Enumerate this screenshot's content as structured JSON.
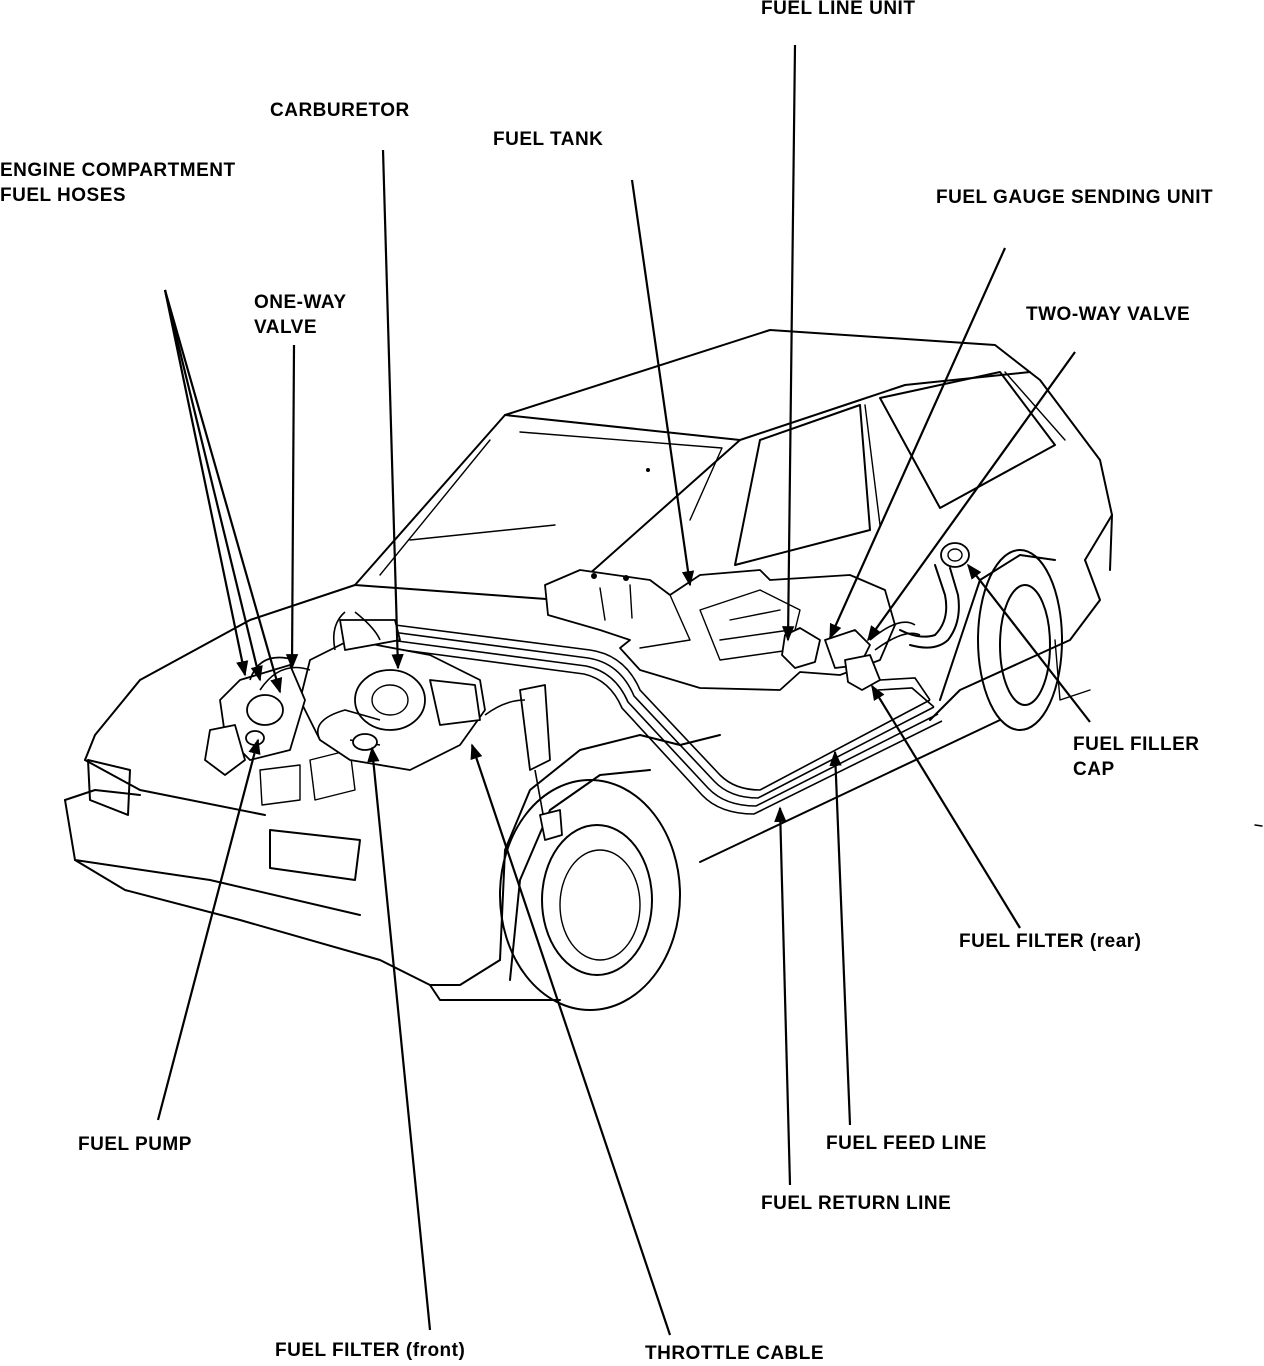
{
  "labels": {
    "fuel_line_unit": "FUEL LINE UNIT",
    "carburetor": "CARBURETOR",
    "fuel_tank": "FUEL TANK",
    "engine_hoses_line1": "ENGINE COMPARTMENT",
    "engine_hoses_line2": "FUEL HOSES",
    "fuel_gauge_sending_unit": "FUEL GAUGE SENDING UNIT",
    "one_way_valve_line1": "ONE-WAY",
    "one_way_valve_line2": "VALVE",
    "two_way_valve": "TWO-WAY VALVE",
    "fuel_filler_cap_line1": "FUEL FILLER",
    "fuel_filler_cap_line2": "CAP",
    "fuel_filter_rear": "FUEL FILTER (rear)",
    "fuel_pump": "FUEL PUMP",
    "fuel_feed_line": "FUEL FEED LINE",
    "fuel_return_line": "FUEL RETURN LINE",
    "fuel_filter_front": "FUEL FILTER (front)",
    "throttle_cable": "THROTTLE CABLE"
  }
}
